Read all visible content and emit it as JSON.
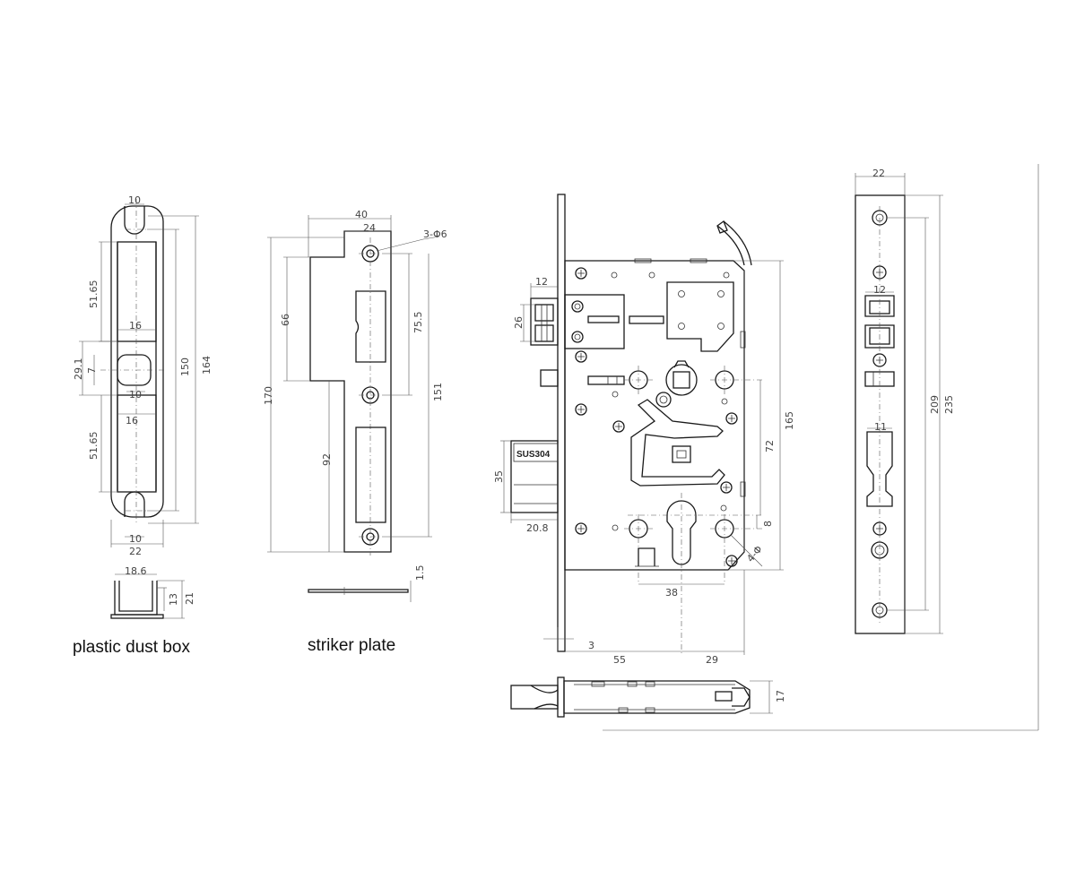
{
  "captions": {
    "dust_box": "plastic dust box",
    "striker": "striker plate"
  },
  "dims": {
    "dust_box": {
      "top_width": "10",
      "upper_slot": "51.65",
      "slot_width_upper": "16",
      "mid_height": "29.1",
      "mid_hole": "7",
      "mid_width": "10",
      "slot_width_lower": "16",
      "lower_slot": "51.65",
      "inner_length": "150",
      "overall_length": "164",
      "bottom_inner": "10",
      "bottom_width": "22",
      "section_width": "18.6",
      "section_inner": "13",
      "section_height": "21"
    },
    "striker": {
      "width": "40",
      "hole_offset": "24",
      "holes": "3-Φ6",
      "height_66": "66",
      "slot_75": "75.5",
      "length": "170",
      "lower_92": "92",
      "hole_span": "151",
      "thickness": "1.5"
    },
    "lock": {
      "latch_width": "12",
      "latch_height": "26",
      "deadbolt_height": "35",
      "deadbolt_throw": "20.8",
      "material": "SUS304",
      "spindle_to_cyl": "72",
      "body_height": "165",
      "cyl_offset": "8",
      "screw_holes": "4-Φ",
      "hole_spacing": "38",
      "faceplate": "3",
      "backset": "55",
      "backset_right": "29",
      "body_thickness": "17"
    },
    "faceplate": {
      "width": "22",
      "latch_w": "12",
      "cyl_w": "11",
      "hole_span": "209",
      "length": "235"
    }
  }
}
